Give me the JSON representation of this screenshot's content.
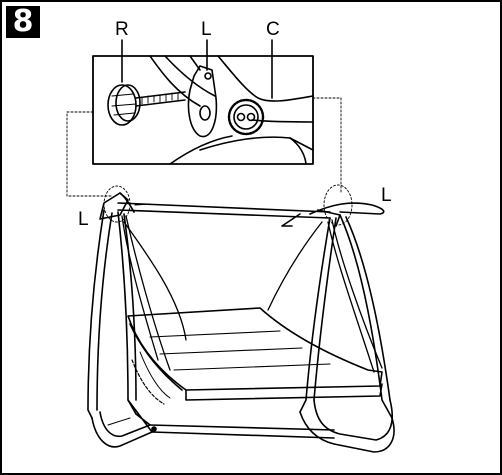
{
  "step": {
    "number": "8"
  },
  "detail_labels": {
    "r": "R",
    "l": "L",
    "c": "C"
  },
  "frame_labels": {
    "left": "L",
    "right": "L"
  },
  "colors": {
    "line": "#000000",
    "background": "#ffffff",
    "badge": "#000000"
  }
}
